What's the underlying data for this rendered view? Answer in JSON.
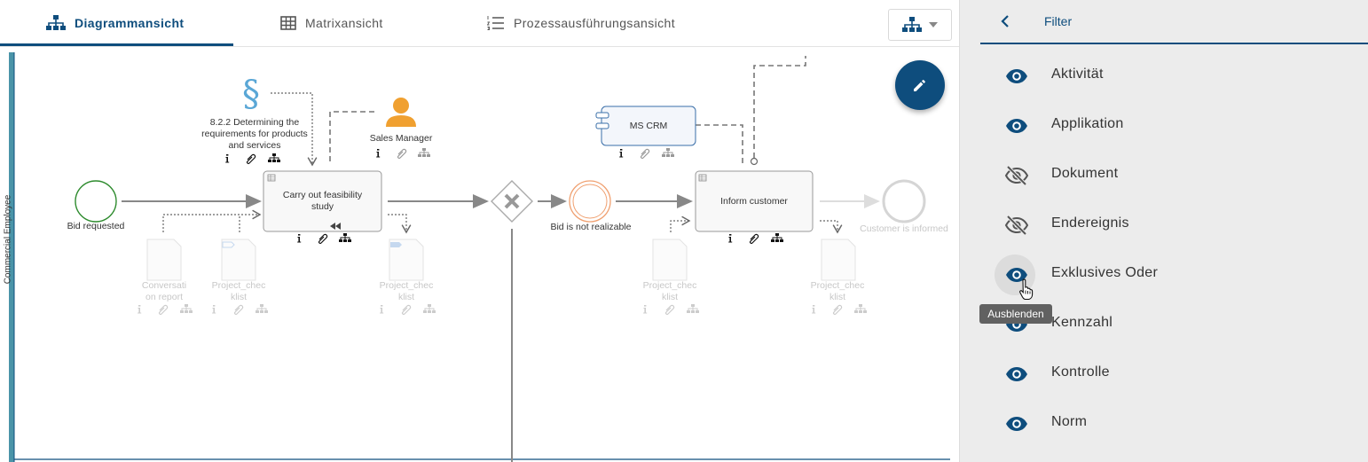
{
  "tabs": [
    {
      "label": "Diagrammansicht",
      "icon": "sitemap-icon",
      "active": true
    },
    {
      "label": "Matrixansicht",
      "icon": "grid-icon",
      "active": false
    },
    {
      "label": "Prozessausführungsansicht",
      "icon": "list-numbered-icon",
      "active": false
    }
  ],
  "view_switcher": {
    "icon": "sitemap-icon"
  },
  "edit_button": {
    "icon": "pencil-icon"
  },
  "diagram": {
    "lane_label": "Commercial Employee",
    "start_event": "Bid requested",
    "norm_label": "8.2.2 Determining the requirements for products and services",
    "role_label": "Sales Manager",
    "task1": "Carry out feasibility study",
    "application": "MS CRM",
    "end_event_1": "Bid is not realizable",
    "task2": "Inform customer",
    "end_event_2": "Customer is informed",
    "doc1": "Conversation report",
    "doc1_lines": [
      "Conversati",
      "on report"
    ],
    "doc2_lines": [
      "Project_chec",
      "klist"
    ],
    "doc3_lines": [
      "Project_chec",
      "klist"
    ],
    "doc4_lines": [
      "Project_chec",
      "klist"
    ],
    "doc5_lines": [
      "Project_chec",
      "klist"
    ],
    "norm_lines": [
      "8.2.2 Determining the",
      "requirements for products",
      "and services"
    ],
    "task1_lines": [
      "Carry out feasibility",
      "study"
    ]
  },
  "filter": {
    "title": "Filter",
    "items": [
      {
        "label": "Aktivität",
        "visible": true
      },
      {
        "label": "Applikation",
        "visible": true
      },
      {
        "label": "Dokument",
        "visible": false
      },
      {
        "label": "Endereignis",
        "visible": false
      },
      {
        "label": "Exklusives Oder",
        "visible": true
      },
      {
        "label": "Kennzahl",
        "visible": true
      },
      {
        "label": "Kontrolle",
        "visible": true
      },
      {
        "label": "Norm",
        "visible": true
      }
    ],
    "tooltip": "Ausblenden"
  },
  "colors": {
    "primary": "#0e4d7d",
    "start": "#2e8b2e",
    "end_event": "#f0a070",
    "role": "#f0a030",
    "norm": "#5aa7d6"
  }
}
